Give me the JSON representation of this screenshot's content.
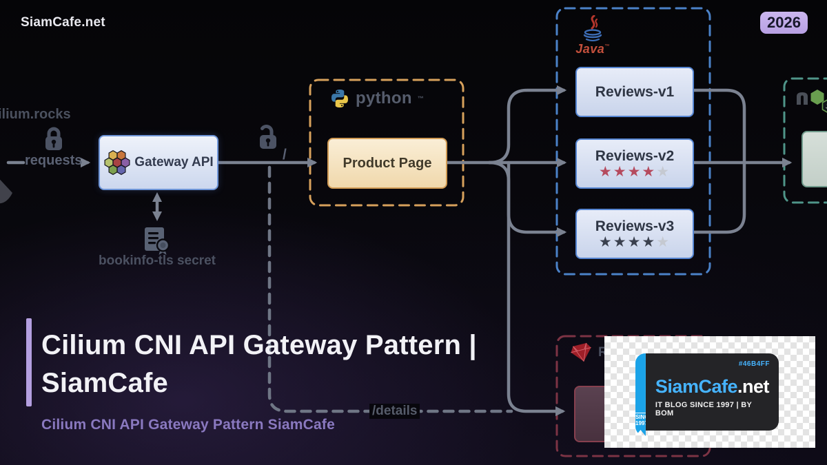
{
  "header": {
    "brand": "SiamCafe.net",
    "year_badge": "2026"
  },
  "title_block": {
    "title": "Cilium CNI API Gateway Pattern | SiamCafe",
    "subtitle": "Cilium CNI API Gateway Pattern SiamCafe"
  },
  "diagram": {
    "domain_label": "ilium.rocks",
    "requests_label": "requests",
    "gateway_label": "Gateway API",
    "secret_label": "bookinfo-tls secret",
    "route_root_label": "/",
    "route_details_label": "/details",
    "python_group": {
      "runtime_label": "python",
      "trademark": "™",
      "service_label": "Product Page"
    },
    "java_group": {
      "runtime_label": "Java",
      "trademark": "™",
      "services": [
        {
          "label": "Reviews-v1",
          "stars_filled": "",
          "stars_empty": ""
        },
        {
          "label": "Reviews-v2",
          "stars_filled": "★★★★",
          "stars_empty": "★"
        },
        {
          "label": "Reviews-v3",
          "stars_filled": "★★★★",
          "stars_empty": "★"
        }
      ]
    },
    "node_group": {
      "runtime_label": "JS"
    },
    "ruby_group": {
      "runtime_label": "Ruby"
    }
  },
  "watermark": {
    "color_code": "#46B4FF",
    "brand_primary": "SiamCafe",
    "brand_suffix": ".net",
    "tagline": "IT BLOG SINCE 1997 | BY BOM",
    "since_top": "SINCE",
    "since_bottom": "1997"
  },
  "colors": {
    "accent_purple": "#b49fe0",
    "badge_bg": "#b7a0e3",
    "line_gray": "#7b8291",
    "python_border": "#d7a15c",
    "java_border": "#4b82c8",
    "node_border": "#4f9589",
    "ruby_border": "#7c3344",
    "logo_blue": "#1ba3e8",
    "star_red": "#b54a5e",
    "star_dark": "#3a404e"
  }
}
